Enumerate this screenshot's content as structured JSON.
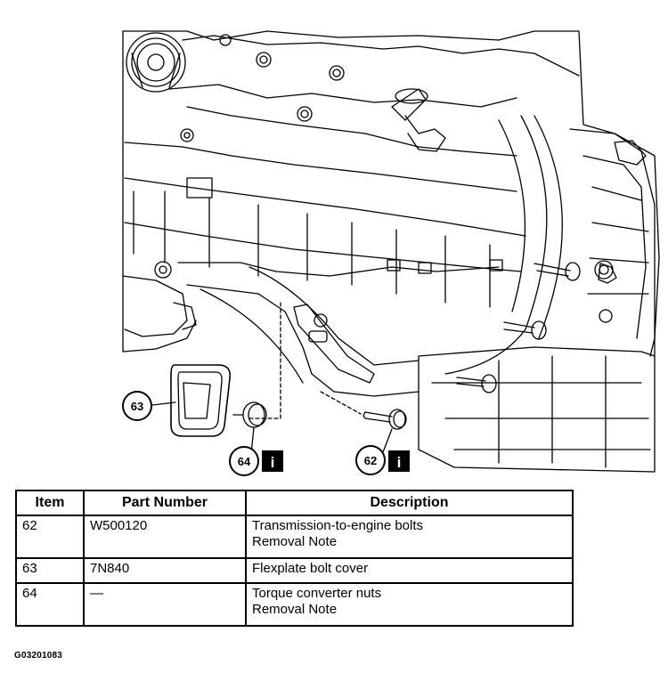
{
  "figure": {
    "callouts": {
      "c62": "62",
      "c63": "63",
      "c64": "64"
    },
    "info_icon_glyph": "i",
    "code": "G03201083"
  },
  "table": {
    "headers": {
      "item": "Item",
      "part_number": "Part Number",
      "description": "Description"
    },
    "rows": [
      {
        "item": "62",
        "part_number": "W500120",
        "description": [
          "Transmission-to-engine bolts",
          "Removal Note"
        ]
      },
      {
        "item": "63",
        "part_number": "7N840",
        "description": [
          "Flexplate bolt cover"
        ]
      },
      {
        "item": "64",
        "part_number": "—",
        "description": [
          "Torque converter nuts",
          "Removal Note"
        ]
      }
    ]
  }
}
